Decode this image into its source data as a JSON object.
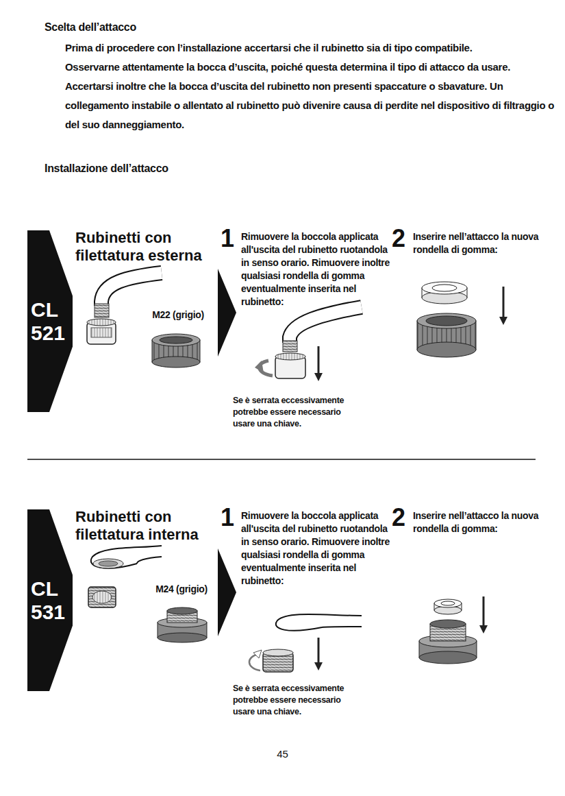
{
  "diagram": {
    "nodes": [
      {
        "text": [
          "CL 521"
        ]
      },
      {
        "text": [
          "CL 531"
        ]
      }
    ],
    "labels": [
      "Scelta dell’attacco",
      "Prima di procedere con l’installazione accertarsi che il rubinetto sia di tipo compatibile.",
      "Osservarne attentamente la bocca d’uscita, poiché questa determina il tipo di attacco da usare.",
      "Accertarsi inoltre che la bocca d’uscita del rubinetto non presenti spaccature o sbavature. Un collegamento instabile o allentato al rubinetto può divenire causa di perdite nel dispositivo di filtraggio o del suo danneggiamento.",
      "Installazione dell’attacco",
      "Rubinetti con filettatura esterna",
      "M22 (grigio)",
      "1",
      "Rimuovere la boccola applicata all'uscita del rubinetto ruotandola in senso orario. Rimuovere inoltre qualsiasi rondella di gomma eventualmente inserita nel rubinetto:",
      "2",
      "Inserire nell’attacco la nuova rondella di gomma:",
      "Se è serrata eccessivamente potrebbe essere necessario usare una chiave.",
      "Rubinetti con filettatura interna",
      "M24 (grigio)",
      "1",
      "Rimuovere la boccola applicata all'uscita del rubinetto ruotandola in senso orario. Rimuovere inoltre qualsiasi rondella di gomma eventualmente inserita nel rubinetto:",
      "2",
      "Inserire nell’attacco la nuova rondella di gomma:",
      "Se è serrata eccessivamente potrebbe essere necessario usare una chiave.",
      "45"
    ]
  }
}
